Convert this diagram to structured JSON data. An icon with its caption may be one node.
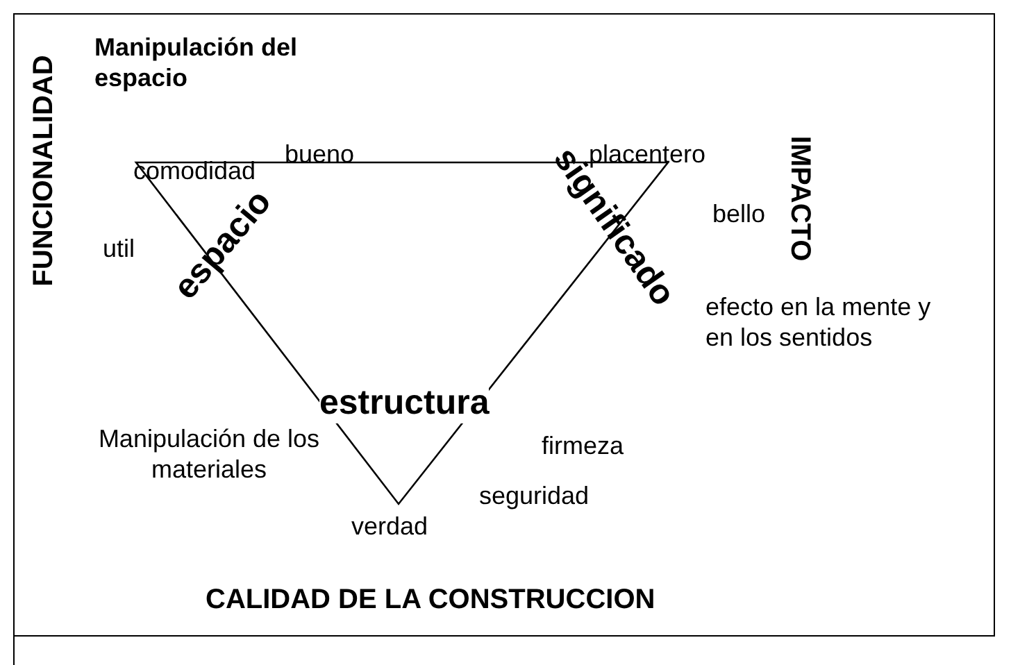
{
  "diagram": {
    "labels": [
      "FUNCIONALIDAD",
      "Manipulación del espacio",
      "bueno",
      "placentero",
      "IMPACTO",
      "comodidad",
      "espacio",
      "significado",
      "bello",
      "util",
      "efecto en la mente y en los sentidos",
      "estructura",
      "Manipulación de los materiales",
      "firmeza",
      "seguridad",
      "verdad",
      "CALIDAD DE LA CONSTRUCCION"
    ]
  }
}
